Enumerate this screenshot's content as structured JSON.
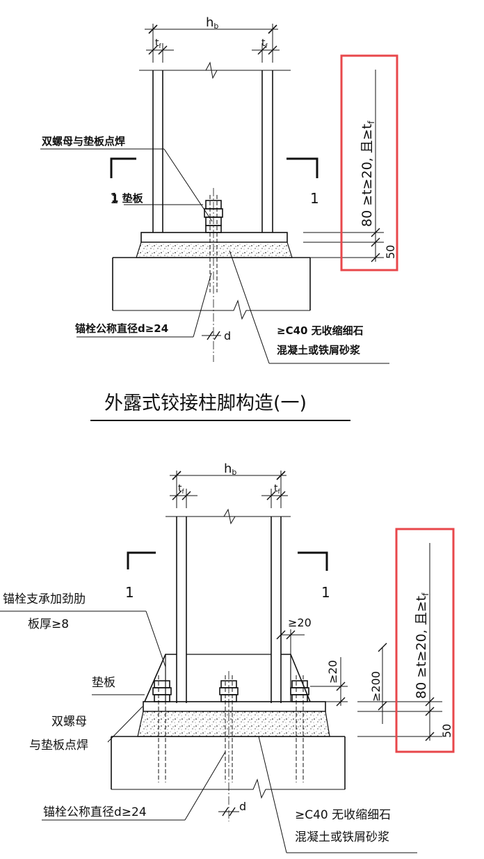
{
  "diagram1": {
    "hb": "h",
    "hb_sub": "b",
    "tf": "t",
    "tf_sub": "f",
    "label_weld": "双螺母与垫板点焊",
    "label_plate": "1  垫板",
    "section_mark": "1",
    "label_anchor": "锚栓公称直径d≥24",
    "label_d": "d",
    "label_grout_1": "≥C40 无收缩细石",
    "label_grout_2": "混凝土或铁屑砂浆",
    "dim_thickness": "80 ≥t≥20, 且≥t",
    "dim_thickness_sub": "f",
    "dim_50": "50",
    "title": "外露式铰接柱脚构造(一)"
  },
  "diagram2": {
    "hb": "h",
    "hb_sub": "b",
    "tf": "t",
    "tf_sub": "f",
    "section_mark": "1",
    "label_stiffener_1": "锚栓支承加劲肋",
    "label_stiffener_2": "板厚≥8",
    "label_20a": "≥20",
    "label_20b": "≥20",
    "label_plate": "垫板",
    "label_weld_1": "双螺母",
    "label_weld_2": "与垫板点焊",
    "label_200": "≥200",
    "dim_thickness": "80 ≥t≥20, 且≥t",
    "dim_thickness_sub": "f",
    "dim_50": "50",
    "label_anchor": "锚栓公称直径d≥24",
    "label_d": "d",
    "label_grout_1": "≥C40 无收缩细石",
    "label_grout_2": "混凝土或铁屑砂浆"
  },
  "highlight_color": "#e8474b"
}
